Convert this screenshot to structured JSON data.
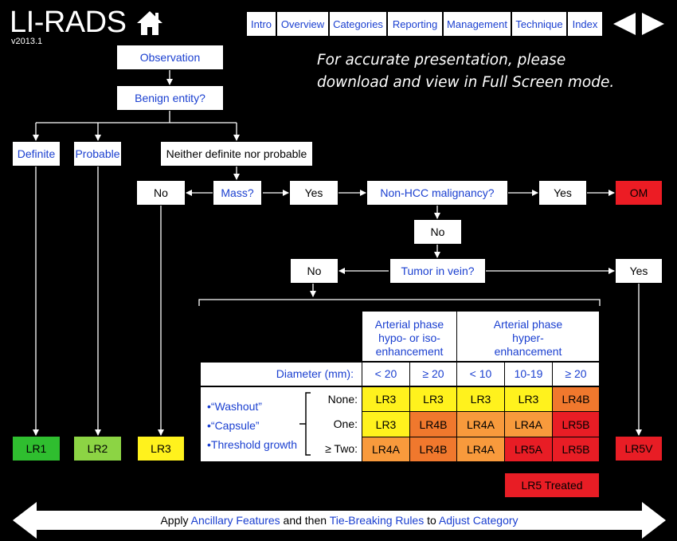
{
  "header": {
    "title": "LI-RADS",
    "version": "v2013.1",
    "home_icon": "home-icon",
    "note_line1": "For accurate presentation, please",
    "note_line2": "download and view in Full Screen mode."
  },
  "nav": {
    "items": [
      "Intro",
      "Overview",
      "Categories",
      "Reporting",
      "Management",
      "Technique",
      "Index"
    ],
    "prev_icon": "arrow-left-icon",
    "next_icon": "arrow-right-icon"
  },
  "flow": {
    "observation": "Observation",
    "benign": "Benign entity?",
    "definite": "Definite",
    "probable": "Probable",
    "neither": "Neither definite nor probable",
    "no_mass": "No",
    "mass": "Mass?",
    "yes_mass": "Yes",
    "non_hcc": "Non-HCC malignancy?",
    "yes_nonhcc": "Yes",
    "om": "OM",
    "no_nonhcc": "No",
    "tumor_vein": "Tumor in vein?",
    "no_tiv": "No",
    "yes_tiv": "Yes"
  },
  "table": {
    "hypo_line1": "Arterial phase",
    "hypo_line2": "hypo- or iso-",
    "hypo_line3": "enhancement",
    "hyper_line1": "Arterial phase",
    "hyper_line2": "hyper-",
    "hyper_line3": "enhancement",
    "diameter_label": "Diameter (mm):",
    "diameters": [
      "< 20",
      "≥ 20",
      "< 10",
      "10-19",
      "≥ 20"
    ],
    "features": [
      "•“Washout”",
      "•“Capsule”",
      "•Threshold growth"
    ],
    "row_labels": [
      "None:",
      "One:",
      "≥ Two:"
    ],
    "rows": [
      [
        "LR3",
        "LR3",
        "LR3",
        "LR3",
        "LR4B"
      ],
      [
        "LR3",
        "LR4B",
        "LR4A",
        "LR4A",
        "LR5B"
      ],
      [
        "LR4A",
        "LR4B",
        "LR4A",
        "LR5A",
        "LR5B"
      ]
    ],
    "treated": "LR5 Treated"
  },
  "outcomes": {
    "lr1": "LR1",
    "lr2": "LR2",
    "lr3": "LR3",
    "lr5v": "LR5V"
  },
  "bottom": {
    "t1": "Apply ",
    "l1": "Ancillary Features",
    "t2": " and then ",
    "l2": "Tie-Breaking Rules",
    "t3": " to ",
    "l3": "Adjust Category"
  },
  "colors": {
    "link": "#1a3fd0",
    "lr1": "#2fbe2f",
    "lr2": "#8cd444",
    "lr3": "#fff21d",
    "lr4a": "#f89a3c",
    "lr4b": "#f0782d",
    "lr5": "#e81d25"
  }
}
